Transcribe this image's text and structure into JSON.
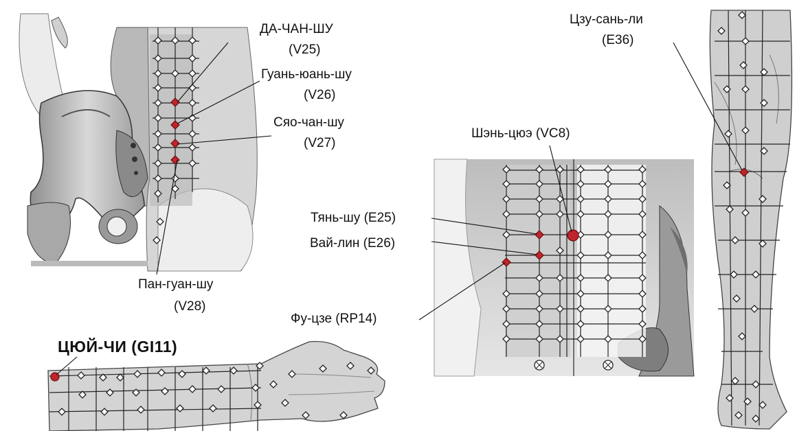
{
  "labels": {
    "v25_name": "ДА-ЧАН-ШУ",
    "v25_code": "(V25)",
    "v26_name": "Гуань-юань-шу",
    "v26_code": "(V26)",
    "v27_name": "Сяо-чан-шу",
    "v27_code": "(V27)",
    "v28_name": "Пан-гуан-шу",
    "v28_code": "(V28)",
    "gi11": "ЦЮЙ-ЧИ (GI11)",
    "vc8": "Шэнь-цюэ (VC8)",
    "e25": "Тянь-шу (E25)",
    "e26": "Вай-лин (E26)",
    "rp14": "Фу-цзе (RP14)",
    "e36_name": "Цзу-сань-ли",
    "e36_code": "(E36)"
  },
  "colors": {
    "active_point": "#c0252b",
    "grid": "#222222",
    "skin_shade": "#cfcfcf",
    "bone_shade": "#9a9a9a"
  },
  "icons": {
    "point": "diamond-point-icon",
    "active_point": "red-point-icon",
    "navel": "circle-cross-icon"
  }
}
